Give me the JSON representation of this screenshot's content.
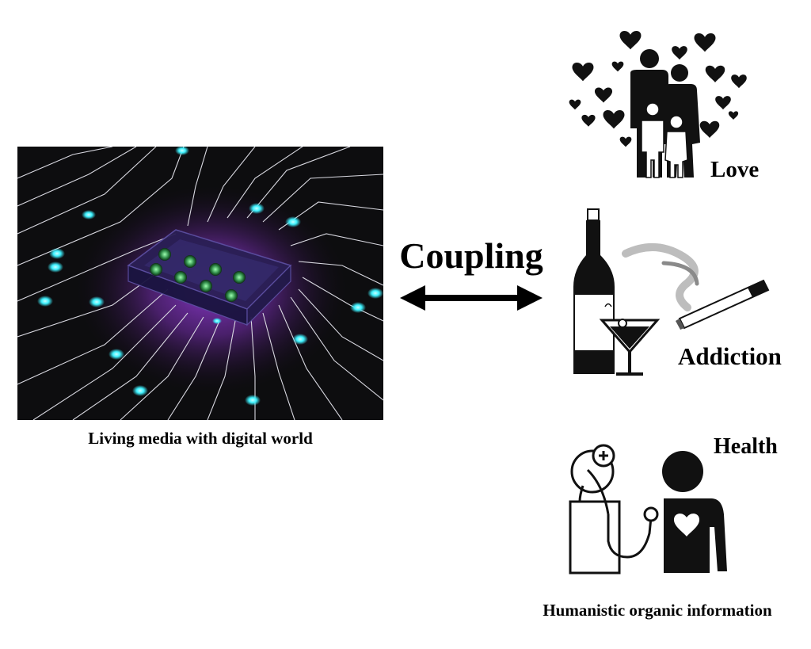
{
  "chip_panel": {
    "caption": "Living media with digital world",
    "background_color": "#0d0d0f",
    "glow_color": "#7b2fb8",
    "node_color": "#3df2ff",
    "well_color": "#3aa85a"
  },
  "coupling": {
    "label": "Coupling"
  },
  "info": {
    "love_label": "Love",
    "addiction_label": "Addiction",
    "health_label": "Health",
    "caption": "Humanistic organic information"
  }
}
